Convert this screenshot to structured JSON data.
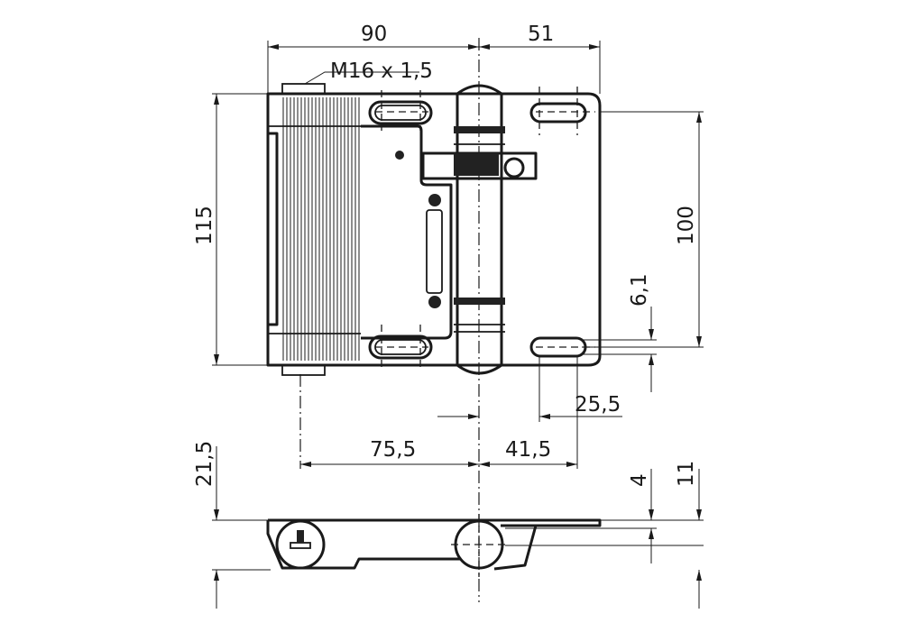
{
  "drawing": {
    "thread_label": "M16 x 1,5",
    "dimensions": {
      "overall_width_to_axis": "90",
      "axis_to_edge": "51",
      "height": "115",
      "hole_spacing": "100",
      "slot_offset": "6,1",
      "axis_to_hole": "25,5",
      "thread_to_axis": "75,5",
      "axis_to_slot_end": "41,5",
      "side_height": "21,5",
      "plate_thickness": "4",
      "side_depth": "11"
    }
  }
}
